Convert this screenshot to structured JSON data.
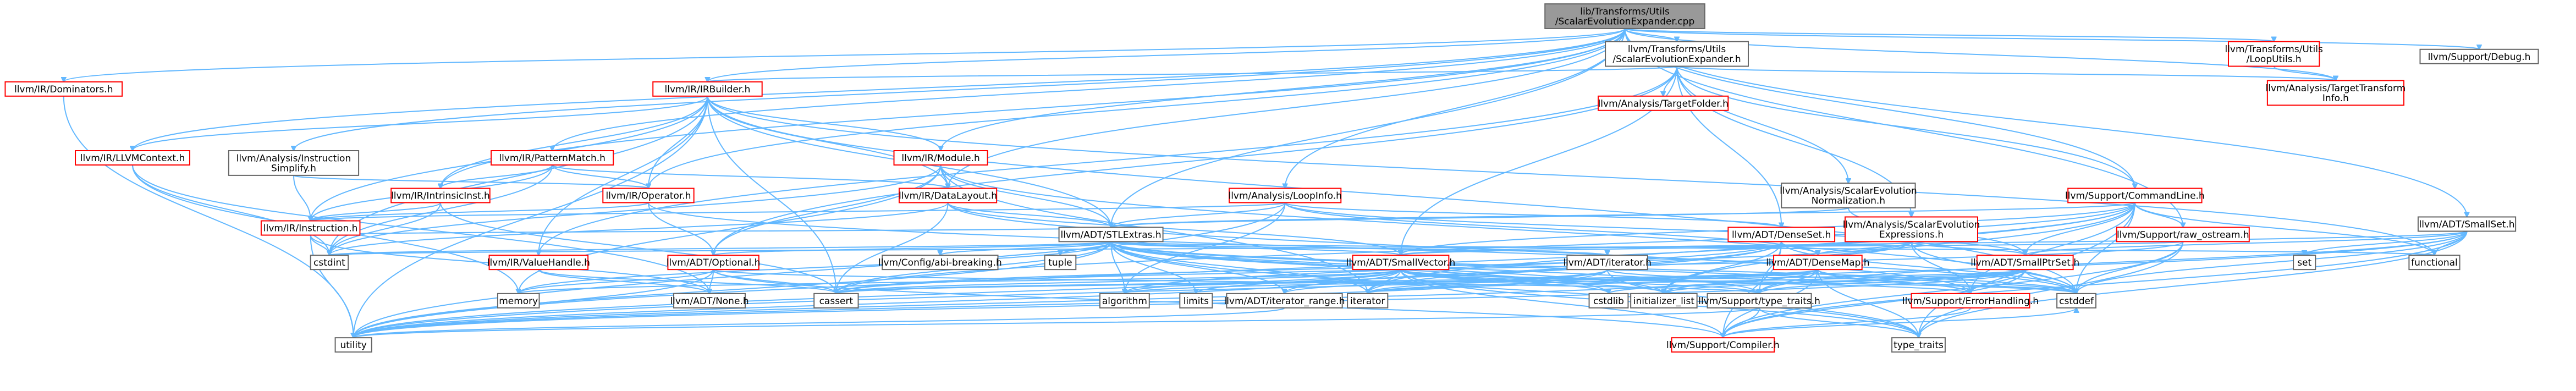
{
  "colors": {
    "root_fill": "#999999",
    "node_fill": "#ffffff",
    "node_border": "#666666",
    "incomplete_border": "#ff0000",
    "link_text": "#000000",
    "incomplete_text": "#b30000",
    "edge": "#63b8ff"
  },
  "nodes": {
    "root": [
      "lib/Transforms/Utils",
      "/ScalarEvolutionExpander.cpp"
    ],
    "dominators": [
      "llvm/IR/Dominators.h"
    ],
    "llvmcontext": [
      "llvm/IR/LLVMContext.h"
    ],
    "instsimplify": [
      "llvm/Analysis/Instruction",
      "Simplify.h"
    ],
    "patternmatch": [
      "llvm/IR/PatternMatch.h"
    ],
    "irbuilder": [
      "llvm/IR/IRBuilder.h"
    ],
    "module": [
      "llvm/IR/Module.h"
    ],
    "scevexpander_h": [
      "llvm/Transforms/Utils",
      "/ScalarEvolutionExpander.h"
    ],
    "targetfolder": [
      "llvm/Analysis/TargetFolder.h"
    ],
    "looputils": [
      "llvm/Transforms/Utils",
      "/LoopUtils.h"
    ],
    "tti": [
      "llvm/Analysis/TargetTransform",
      "Info.h"
    ],
    "debug": [
      "llvm/Support/Debug.h"
    ],
    "intrinsicinst": [
      "llvm/IR/IntrinsicInst.h"
    ],
    "operator": [
      "llvm/IR/Operator.h"
    ],
    "datalayout": [
      "llvm/IR/DataLayout.h"
    ],
    "loopinfo": [
      "llvm/Analysis/LoopInfo.h"
    ],
    "scevnorm": [
      "llvm/Analysis/ScalarEvolution",
      "Normalization.h"
    ],
    "commandline": [
      "llvm/Support/CommandLine.h"
    ],
    "smallset": [
      "llvm/ADT/SmallSet.h"
    ],
    "instruction": [
      "llvm/IR/Instruction.h"
    ],
    "stlextras": [
      "llvm/ADT/STLExtras.h"
    ],
    "densesetf": [
      "llvm/ADT/DenseSet.h"
    ],
    "scevexprs": [
      "llvm/Analysis/ScalarEvolution",
      "Expressions.h"
    ],
    "rawostream": [
      "llvm/Support/raw_ostream.h"
    ],
    "cstdint": [
      "cstdint"
    ],
    "valuehandle": [
      "llvm/IR/ValueHandle.h"
    ],
    "optional": [
      "llvm/ADT/Optional.h"
    ],
    "configabi": [
      "llvm/Config/abi-breaking.h"
    ],
    "tuple": [
      "tuple"
    ],
    "smallvector": [
      "llvm/ADT/SmallVector.h"
    ],
    "adtiterator": [
      "llvm/ADT/iterator.h"
    ],
    "densemap": [
      "llvm/ADT/DenseMap.h"
    ],
    "smallptrset": [
      "llvm/ADT/SmallPtrSet.h"
    ],
    "set": [
      "set"
    ],
    "functional": [
      "functional"
    ],
    "memory": [
      "memory"
    ],
    "none": [
      "llvm/ADT/None.h"
    ],
    "cassert": [
      "cassert"
    ],
    "algorithm": [
      "algorithm"
    ],
    "limits": [
      "limits"
    ],
    "iterator_range": [
      "llvm/ADT/iterator_range.h"
    ],
    "iterator": [
      "iterator"
    ],
    "cstdlib": [
      "cstdlib"
    ],
    "initializer_list": [
      "initializer_list"
    ],
    "typetraits": [
      "llvm/Support/type_traits.h"
    ],
    "errorhandling": [
      "llvm/Support/ErrorHandling.h"
    ],
    "cstddef": [
      "cstddef"
    ],
    "utility": [
      "utility"
    ],
    "compiler": [
      "llvm/Support/Compiler.h"
    ],
    "type_traits": [
      "type_traits"
    ]
  }
}
